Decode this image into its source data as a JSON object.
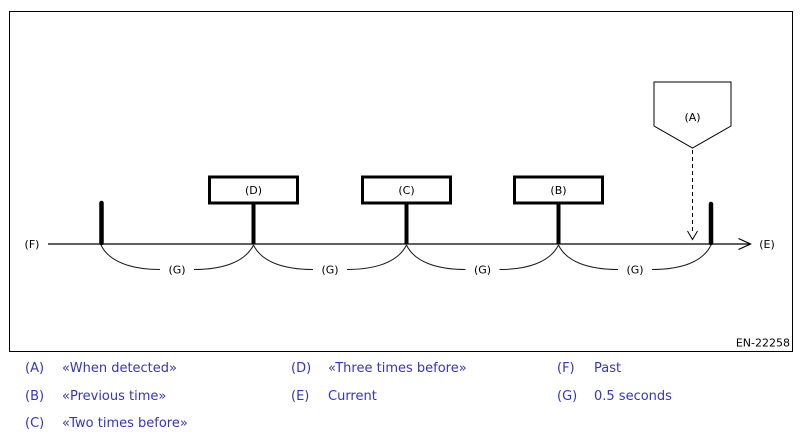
{
  "colors": {
    "line": "#000000",
    "legend_text": "#3434c4",
    "background": "#ffffff"
  },
  "figure": {
    "frame_code": "EN-22258",
    "axis": {
      "left_label": "(F)",
      "right_label": "(E)"
    },
    "event_boxes": [
      {
        "label": "(D)"
      },
      {
        "label": "(C)"
      },
      {
        "label": "(B)"
      }
    ],
    "detection_marker": {
      "label": "(A)"
    },
    "interval_label": "(G)"
  },
  "legend": {
    "columns": [
      {
        "items": [
          {
            "key": "(A)",
            "value": "«When detected»"
          },
          {
            "key": "(B)",
            "value": "«Previous time»"
          },
          {
            "key": "(C)",
            "value": "«Two times before»"
          }
        ]
      },
      {
        "items": [
          {
            "key": "(D)",
            "value": "«Three times before»"
          },
          {
            "key": "(E)",
            "value": "Current"
          }
        ]
      },
      {
        "items": [
          {
            "key": "(F)",
            "value": "Past"
          },
          {
            "key": "(G)",
            "value": "0.5 seconds"
          }
        ]
      }
    ]
  }
}
